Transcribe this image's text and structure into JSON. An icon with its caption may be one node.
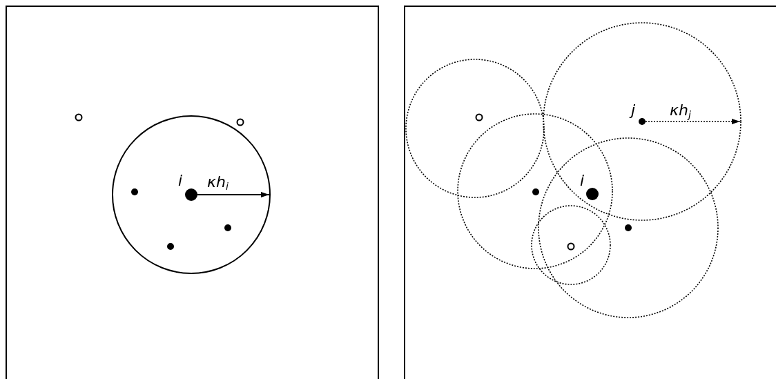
{
  "diagram": {
    "labels": [
      "i",
      "κh$_{i}$",
      "j",
      "κh$_{j}$",
      "i"
    ]
  }
}
